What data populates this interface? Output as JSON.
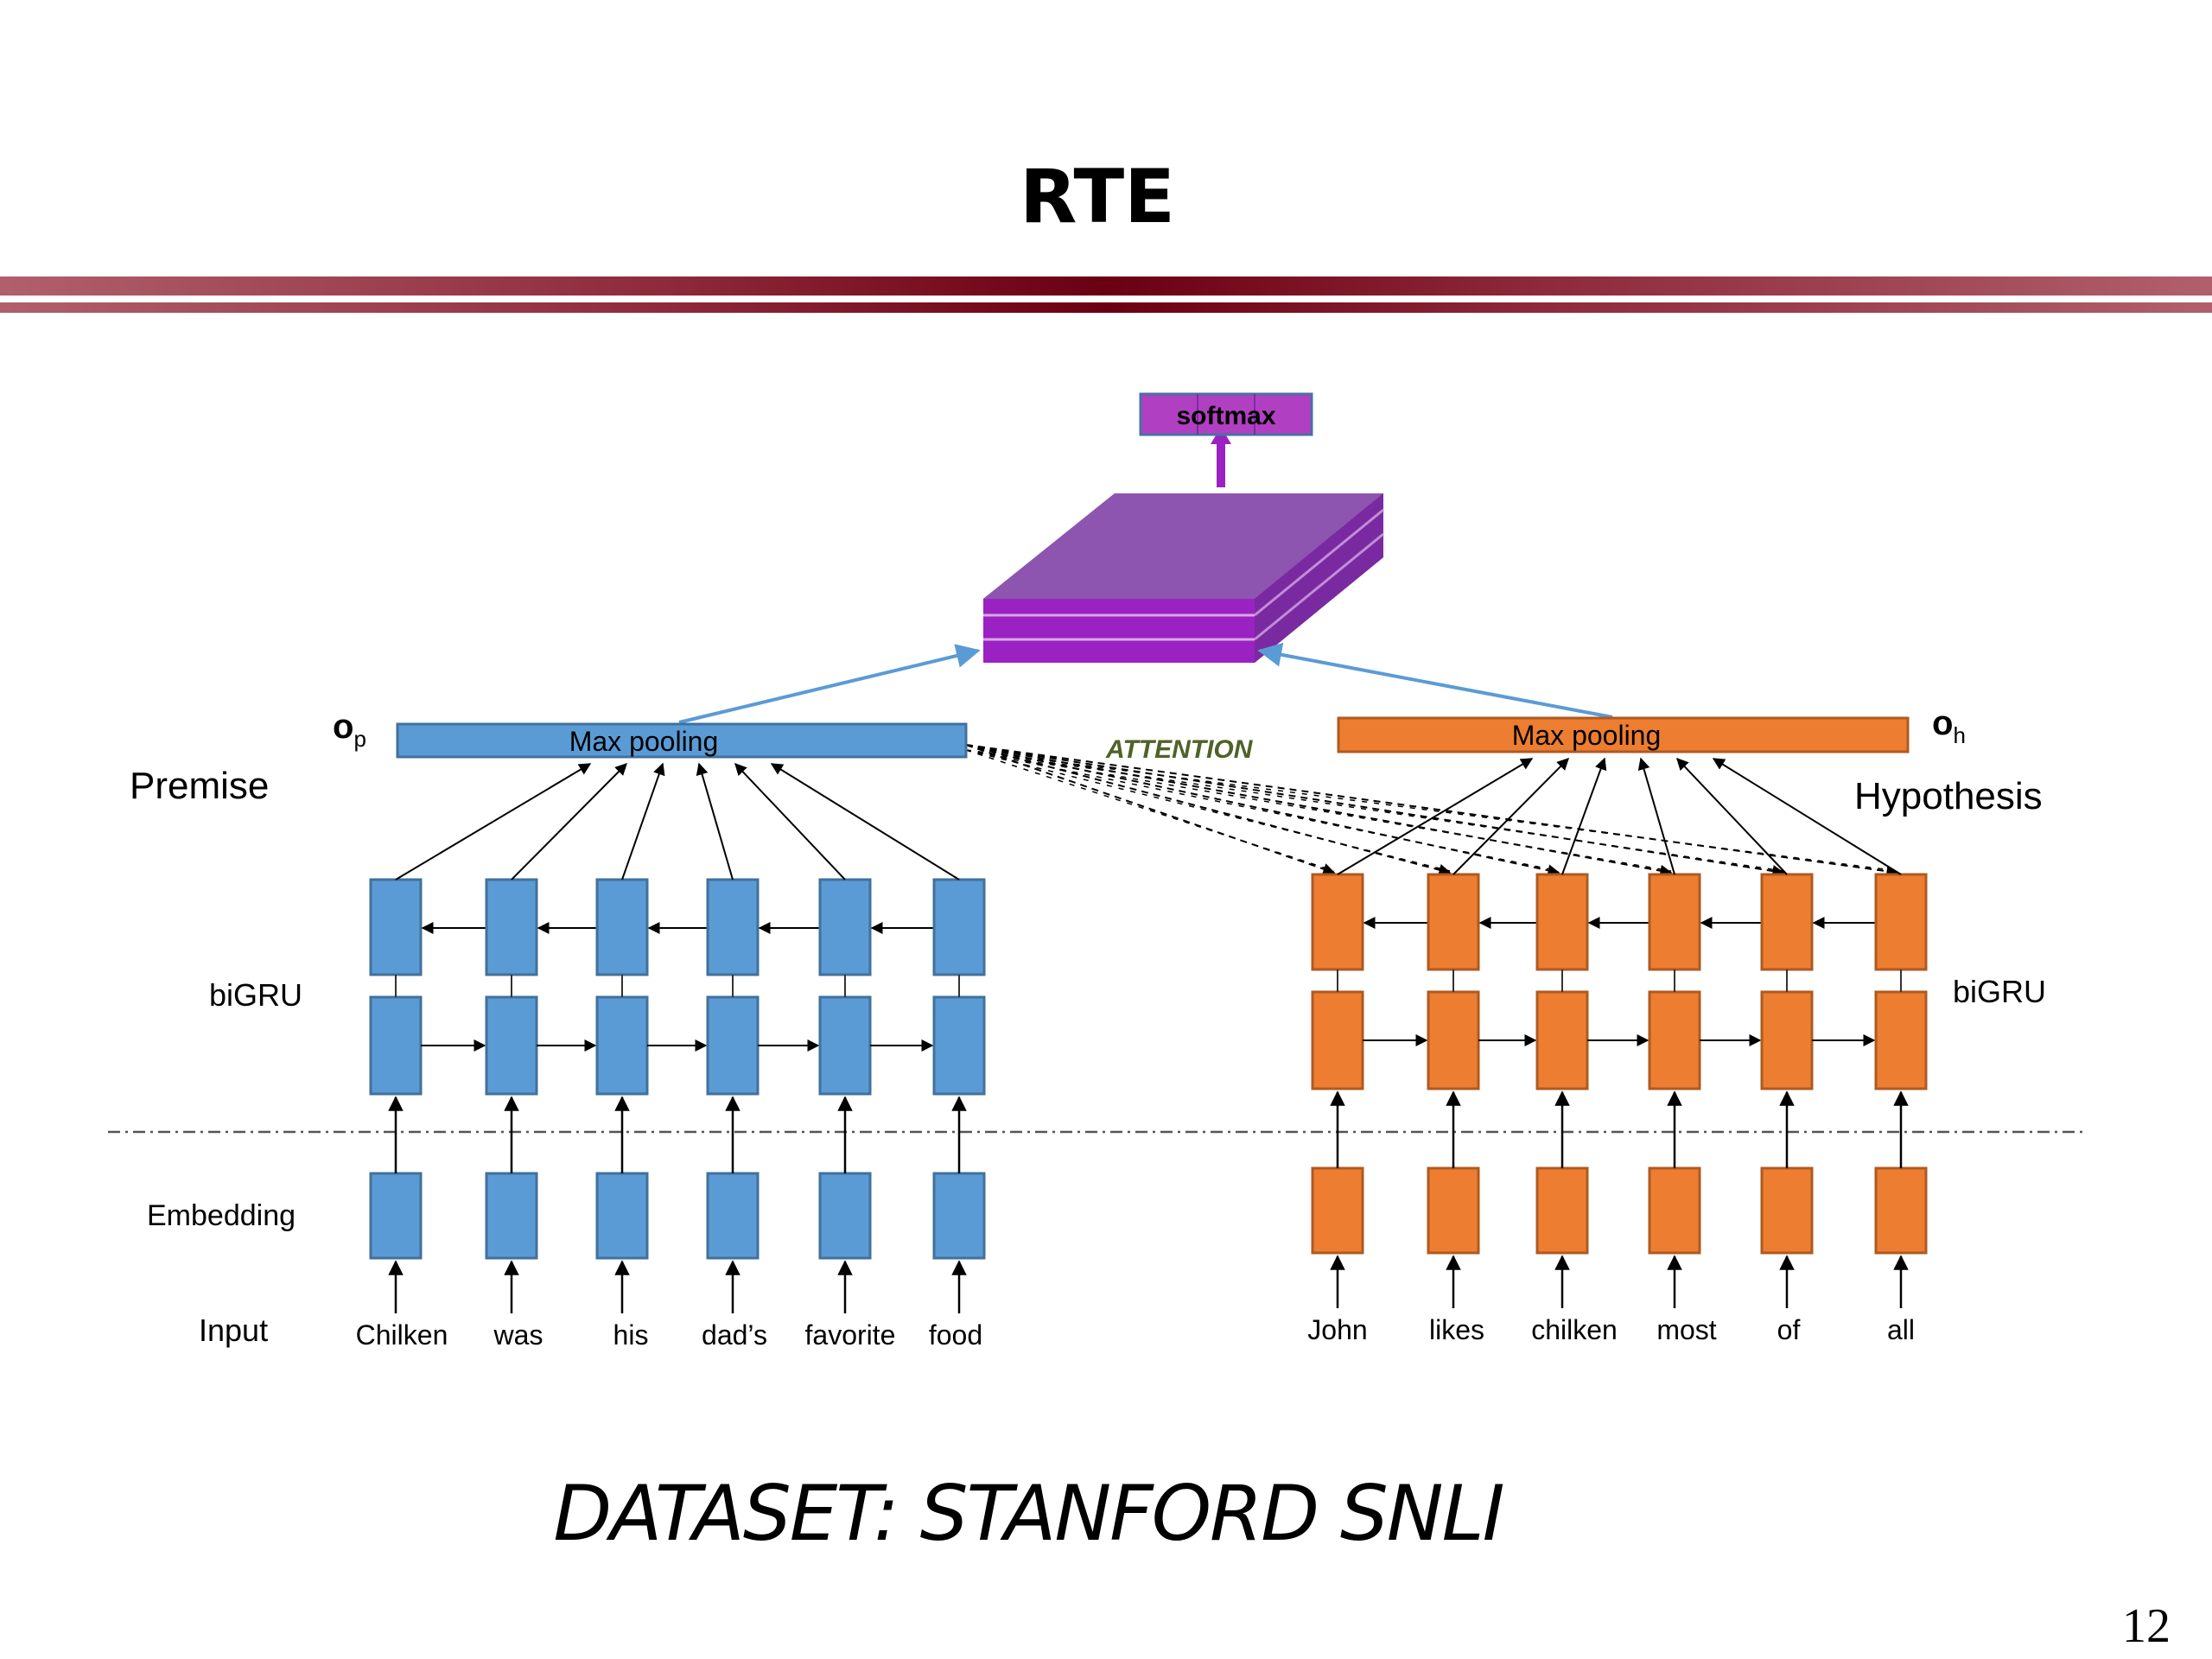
{
  "slide": {
    "title": "RTE",
    "footer": "DATASET:  STANFORD SNLI",
    "page_number": "12"
  },
  "diagram": {
    "softmax_label": "softmax",
    "attention_label": "ATTENTION",
    "premise": {
      "section_label": "Premise",
      "output_label": "o",
      "output_subscript": "p",
      "pooling_label": "Max pooling",
      "bigru_label": "biGRU",
      "embedding_label": "Embedding",
      "input_label": "Input",
      "words": [
        "Chilken",
        "was",
        "his",
        "dad’s",
        "favorite",
        "food"
      ]
    },
    "hypothesis": {
      "section_label": "Hypothesis",
      "output_label": "o",
      "output_subscript": "h",
      "pooling_label": "Max pooling",
      "bigru_label": "biGRU",
      "words": [
        "John",
        "likes",
        "chilken",
        "most",
        "of",
        "all"
      ]
    },
    "colors": {
      "premise_fill": "#5b9bd5",
      "premise_border": "#41719c",
      "hypothesis_fill": "#ed7d31",
      "hypothesis_border": "#ae5a21",
      "classifier_fill": "#8e44b0",
      "softmax_fill": "#b13fc2",
      "attention_text": "#4f6228",
      "connector": "#5b9bd5"
    }
  }
}
